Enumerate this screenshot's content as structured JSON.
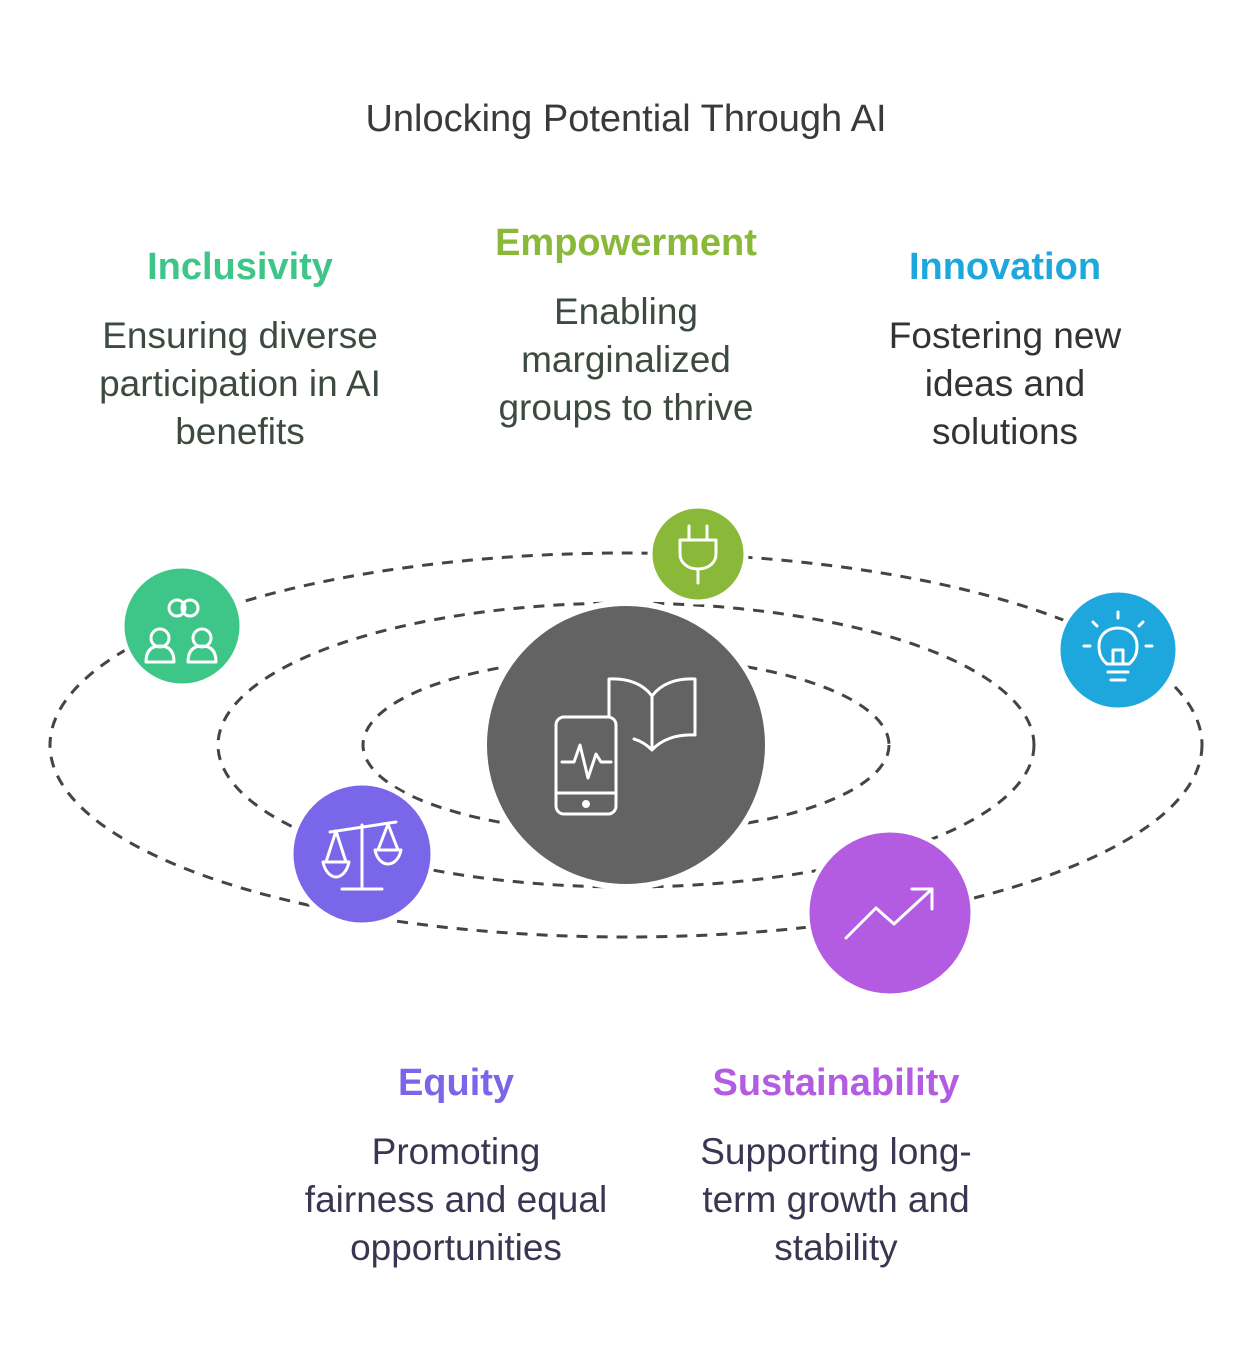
{
  "title": "Unlocking Potential Through AI",
  "colors": {
    "inclusivity": "#3ec688",
    "empowerment": "#8ab838",
    "innovation": "#1ea7dc",
    "equity": "#7966e8",
    "sustainability": "#b35ce2",
    "center": "#636363",
    "text_dark": "#3d4a3f"
  },
  "items": {
    "inclusivity": {
      "heading": "Inclusivity",
      "description": [
        "Ensuring diverse",
        "participation in AI",
        "benefits"
      ],
      "icon": "people-connection-icon"
    },
    "empowerment": {
      "heading": "Empowerment",
      "description": [
        "Enabling",
        "marginalized",
        "groups to thrive"
      ],
      "icon": "plug-icon"
    },
    "innovation": {
      "heading": "Innovation",
      "description": [
        "Fostering new",
        "ideas and",
        "solutions"
      ],
      "icon": "lightbulb-icon"
    },
    "equity": {
      "heading": "Equity",
      "description": [
        "Promoting",
        "fairness and equal",
        "opportunities"
      ],
      "icon": "scales-icon"
    },
    "sustainability": {
      "heading": "Sustainability",
      "description": [
        "Supporting long-",
        "term growth and",
        "stability"
      ],
      "icon": "trend-up-icon"
    }
  },
  "center_icon": "phone-book-icon"
}
